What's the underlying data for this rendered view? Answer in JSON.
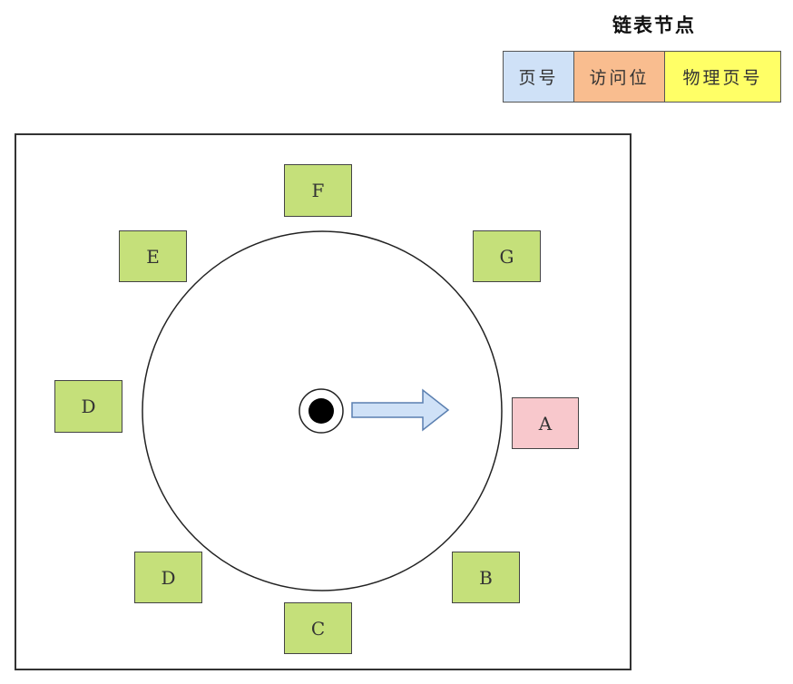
{
  "legend": {
    "title": "链表节点",
    "cells": [
      {
        "label": "页号",
        "color": "#cfe1f7"
      },
      {
        "label": "访问位",
        "color": "#f9bd8f"
      },
      {
        "label": "物理页号",
        "color": "#ffff66"
      }
    ]
  },
  "diagram": {
    "nodes": [
      {
        "label": "F",
        "color": "#c5e07a",
        "highlight": false
      },
      {
        "label": "G",
        "color": "#c5e07a",
        "highlight": false
      },
      {
        "label": "A",
        "color": "#f8c8cc",
        "highlight": true
      },
      {
        "label": "B",
        "color": "#c5e07a",
        "highlight": false
      },
      {
        "label": "C",
        "color": "#c5e07a",
        "highlight": false
      },
      {
        "label": "D",
        "color": "#c5e07a",
        "highlight": false
      },
      {
        "label": "D",
        "color": "#c5e07a",
        "highlight": false
      },
      {
        "label": "E",
        "color": "#c5e07a",
        "highlight": false
      }
    ],
    "pointer_color": "#cfe1f7"
  }
}
